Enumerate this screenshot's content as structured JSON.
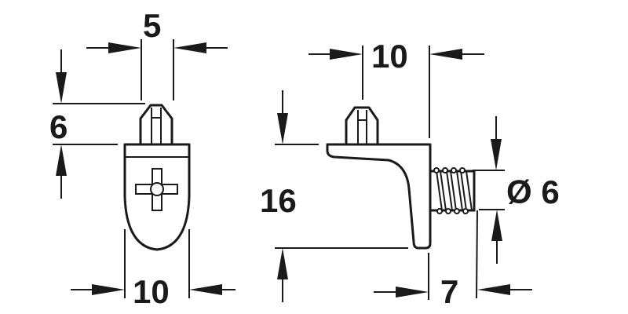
{
  "drawing": {
    "type": "technical-dimension-drawing",
    "subject": "shelf support pin with screw thread",
    "line_color": "#1a1a1a",
    "background": "#ffffff",
    "front_view": {
      "dimensions": {
        "pin_width": "5",
        "pin_height": "6",
        "body_width": "10"
      }
    },
    "side_view": {
      "dimensions": {
        "top_width": "10",
        "height": "16",
        "thread_diameter": "Ø 6",
        "thread_length": "7"
      }
    }
  }
}
